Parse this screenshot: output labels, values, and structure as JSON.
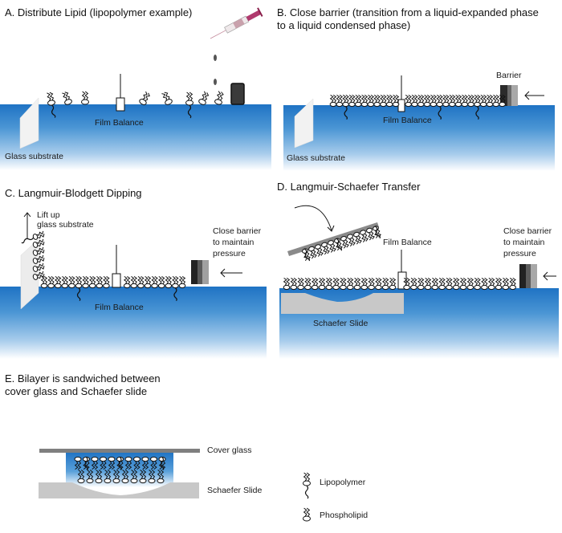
{
  "figure": {
    "panels": [
      {
        "id": "A",
        "title": "A. Distribute Lipid (lipopolymer example)",
        "labels": {
          "film_balance": "Film Balance",
          "glass_substrate": "Glass substrate"
        }
      },
      {
        "id": "B",
        "title": "B. Close barrier (transition from a liquid-expanded phase\nto a liquid condensed phase)",
        "labels": {
          "film_balance": "Film Balance",
          "glass_substrate": "Glass substrate",
          "barrier": "Barrier"
        }
      },
      {
        "id": "C",
        "title": "C. Langmuir-Blodgett Dipping",
        "labels": {
          "film_balance": "Film Balance",
          "lift": "Lift up\nglass substrate",
          "close_barrier": "Close barrier\nto maintain\npressure"
        }
      },
      {
        "id": "D",
        "title": "D. Langmuir-Schaefer Transfer",
        "labels": {
          "film_balance": "Film Balance",
          "schaefer_slide": "Schaefer Slide",
          "close_barrier": "Close barrier\nto maintain\npressure"
        }
      },
      {
        "id": "E",
        "title": "E. Bilayer is sandwiched between\ncover glass and Schaefer slide",
        "labels": {
          "cover_glass": "Cover glass",
          "schaefer_slide": "Schaefer Slide"
        }
      }
    ],
    "legend": [
      {
        "symbol": "lipopolymer-icon",
        "label": "Lipopolymer"
      },
      {
        "symbol": "phospholipid-icon",
        "label": "Phospholipid"
      }
    ],
    "colors": {
      "water_top": "#1f73c4",
      "water_bottom": "#ffffff",
      "slide_gray": "#c8c8c8",
      "cover_glass_gray": "#7f7f7f",
      "barrier_dark": "#2b2b2b",
      "syringe_plunger": "#b03a6e"
    }
  }
}
